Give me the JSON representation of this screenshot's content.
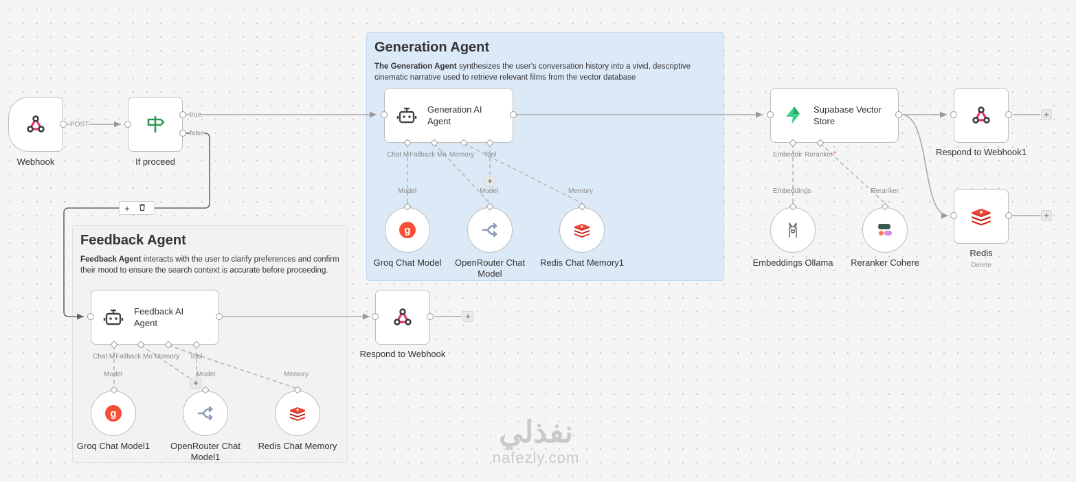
{
  "stickies": {
    "generation": {
      "title": "Generation Agent",
      "desc_bold": "The Generation Agent",
      "desc_rest": " synthesizes the user's conversation history into a vivid, descriptive cinematic narrative used to retrieve relevant films from the vector database"
    },
    "feedback": {
      "title": "Feedback Agent",
      "desc_bold": "Feedback Agent",
      "desc_rest": " interacts with the user to clarify preferences and confirm their mood to ensure the search context is accurate before proceeding."
    }
  },
  "nodes": {
    "webhook": {
      "label": "Webhook",
      "output": "POST"
    },
    "if_proceed": {
      "label": "If proceed",
      "out_true": "true",
      "out_false": "false"
    },
    "generation_agent": {
      "title": "Generation AI Agent",
      "p1": "Chat M",
      "p2": "Fallback Mo",
      "p3": "Memory",
      "p4": "Tool"
    },
    "feedback_agent": {
      "title": "Feedback AI Agent",
      "p1": "Chat M",
      "p2": "Fallback Mo",
      "p3": "Memory",
      "p4": "Tool"
    },
    "supabase": {
      "title": "Supabase Vector Store",
      "p1": "Embeddir",
      "p2": "Reranker",
      "required": "*"
    },
    "respond_webhook1": {
      "label": "Respond to Webhook1"
    },
    "respond_webhook": {
      "label": "Respond to Webhook"
    },
    "redis": {
      "label": "Redis",
      "sub": "Delete"
    },
    "groq_model": {
      "label": "Groq Chat Model",
      "conn": "Model"
    },
    "openrouter_model": {
      "label": "OpenRouter Chat Model",
      "conn": "Model"
    },
    "redis_memory1": {
      "label": "Redis Chat Memory1",
      "conn": "Memory"
    },
    "embeddings_ollama": {
      "label": "Embeddings Ollama",
      "conn": "Embeddings"
    },
    "reranker_cohere": {
      "label": "Reranker Cohere",
      "conn": "Reranker"
    },
    "groq_model1": {
      "label": "Groq Chat Model1",
      "conn": "Model"
    },
    "openrouter_model1": {
      "label": "OpenRouter Chat Model1",
      "conn": "Model"
    },
    "redis_memory": {
      "label": "Redis Chat Memory",
      "conn": "Memory"
    }
  },
  "controls": {
    "add": "+",
    "arrow": "◂"
  },
  "watermark": {
    "arabic": "نفذلي",
    "latin": "nafezly.com"
  },
  "colors": {
    "webhook_pink": "#e6336e",
    "groq": "#f55036",
    "redis": "#d82c20",
    "supabase": "#3ecf8e",
    "if_green": "#2e9a56"
  }
}
